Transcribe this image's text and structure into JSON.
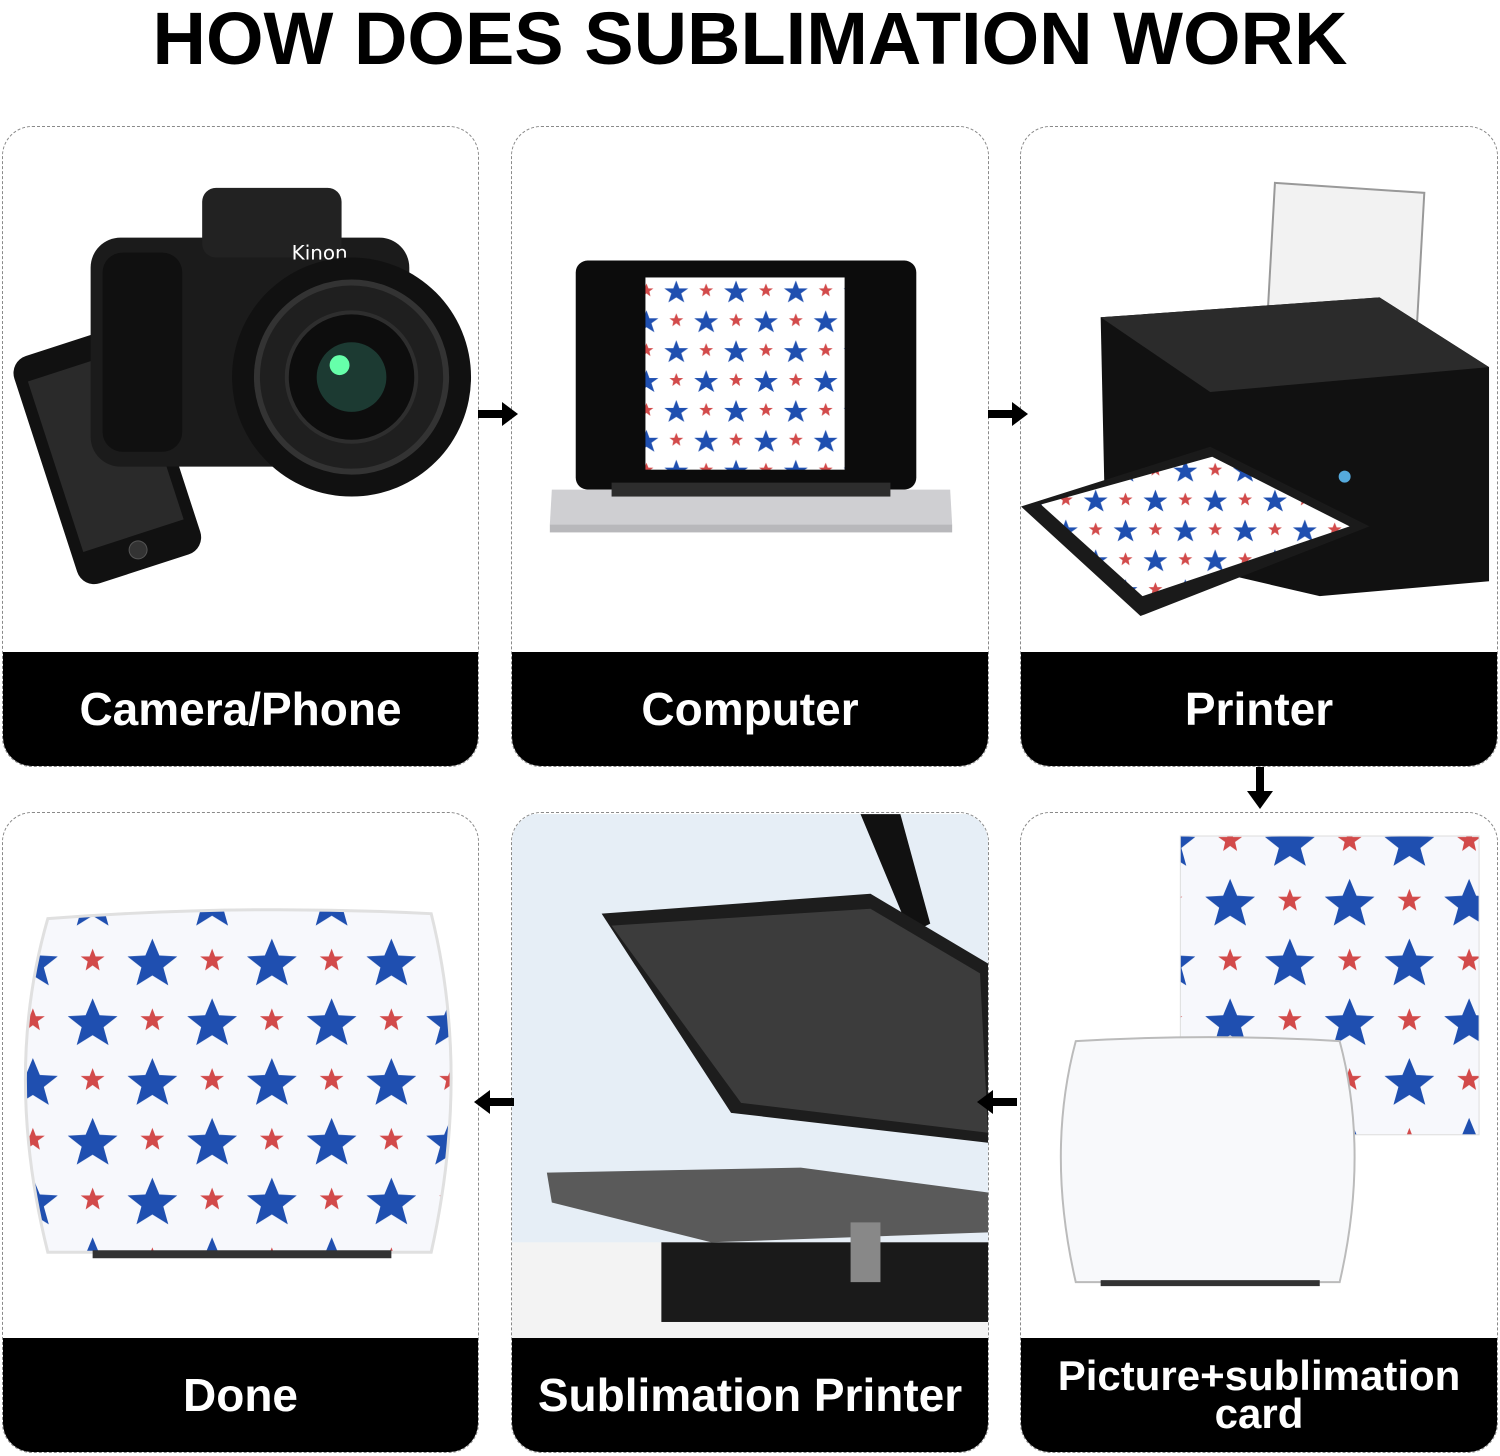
{
  "title": "HOW DOES SUBLIMATION WORK",
  "steps": [
    {
      "label": "Camera/Phone"
    },
    {
      "label": "Computer"
    },
    {
      "label": "Printer"
    },
    {
      "label": "Picture+sublimation card"
    },
    {
      "label": "Sublimation Printer"
    },
    {
      "label": "Done"
    }
  ],
  "camera_brand": "Kinon",
  "colors": {
    "star_blue": "#1f4fb0",
    "star_red": "#d24a4a",
    "label_bg": "#000000"
  }
}
